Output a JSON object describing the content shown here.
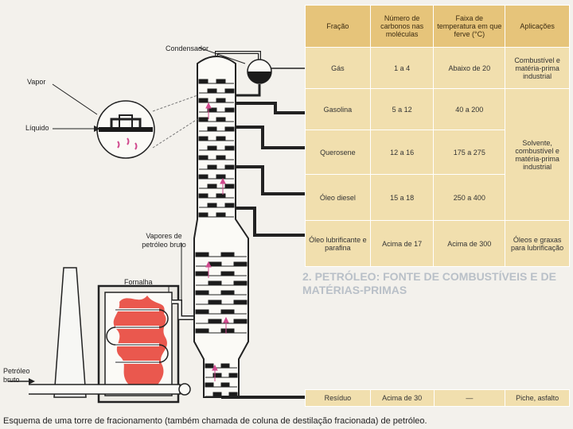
{
  "labels": {
    "condensador": "Condensador",
    "vapor": "Vapor",
    "liquido": "Líquido",
    "vapores_line1": "Vapores de",
    "vapores_line2": "petróleo bruto",
    "fornalha": "Fornalha",
    "petroleo_line1": "Petróleo",
    "petroleo_line2": "bruto"
  },
  "table": {
    "headers": [
      "Fração",
      "Número de carbonos nas moléculas",
      "Faixa de temperatura em que ferve (°C)",
      "Aplicações"
    ],
    "rows": [
      {
        "fracao": "Gás",
        "carbonos": "1 a 4",
        "faixa": "Abaixo de 20"
      },
      {
        "fracao": "Gasolina",
        "carbonos": "5 a 12",
        "faixa": "40 a 200"
      },
      {
        "fracao": "Querosene",
        "carbonos": "12 a 16",
        "faixa": "175 a 275"
      },
      {
        "fracao": "Óleo diesel",
        "carbonos": "15 a 18",
        "faixa": "250 a 400"
      },
      {
        "fracao": "Óleo lubrificante e parafina",
        "carbonos": "Acima de 17",
        "faixa": "Acima de 300"
      }
    ],
    "aplicacoes": {
      "gas": "Combustível e matéria-prima industrial",
      "meio": "Solvente, combustível e matéria-prima industrial",
      "oleo": "Óleos e graxas para lubrificação"
    }
  },
  "residuo": {
    "fracao": "Resíduo",
    "carbonos": "Acima de 30",
    "faixa": "—",
    "aplicacoes": "Piche, asfalto"
  },
  "background_heading": "2. PETRÓLEO: FONTE DE COMBUSTÍVEIS E DE MATÉRIAS-PRIMAS",
  "caption": "Esquema de uma torre de fracionamento (também chamada de coluna de destilação fracionada) de petróleo.",
  "colors": {
    "flame": "#e8463c",
    "arrow": "#d14b8f",
    "table_header": "#e6c47a",
    "table_body": "#f1dfae"
  }
}
